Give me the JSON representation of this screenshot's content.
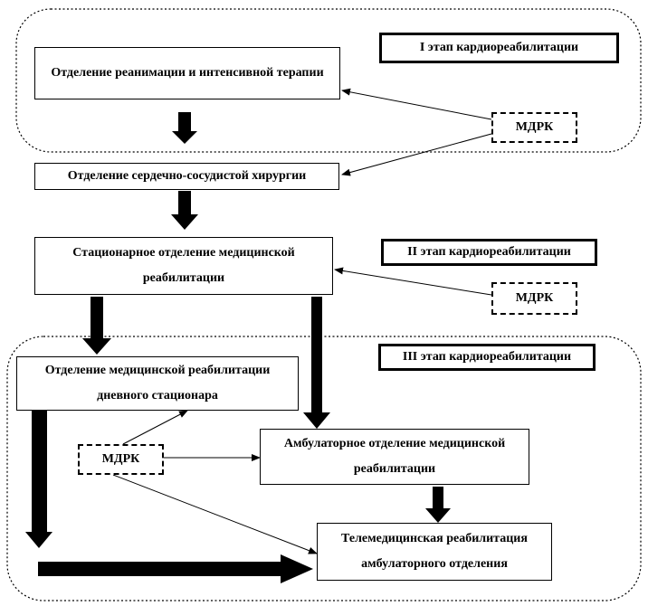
{
  "stages": {
    "stage1": "I этап кардиореабилитации",
    "stage2": "II этап кардиореабилитации",
    "stage3": "III этап кардиореабилитации"
  },
  "departments": {
    "icu": "Отделение реанимации и интенсивной терапии",
    "cardiac_surgery": "Отделение сердечно-сосудистой хирургии",
    "inpatient_rehab": "Стационарное отделение медицинской реабилитации",
    "day_hospital_rehab": "Отделение медицинской реабилитации дневного стационара",
    "outpatient_rehab": "Амбулаторное отделение медицинской реабилитации",
    "telemedicine_rehab": "Телемедицинская реабилитация амбулаторного отделения"
  },
  "mdrk": {
    "stage1": "МДРК",
    "stage2": "МДРК",
    "stage3": "МДРК"
  }
}
